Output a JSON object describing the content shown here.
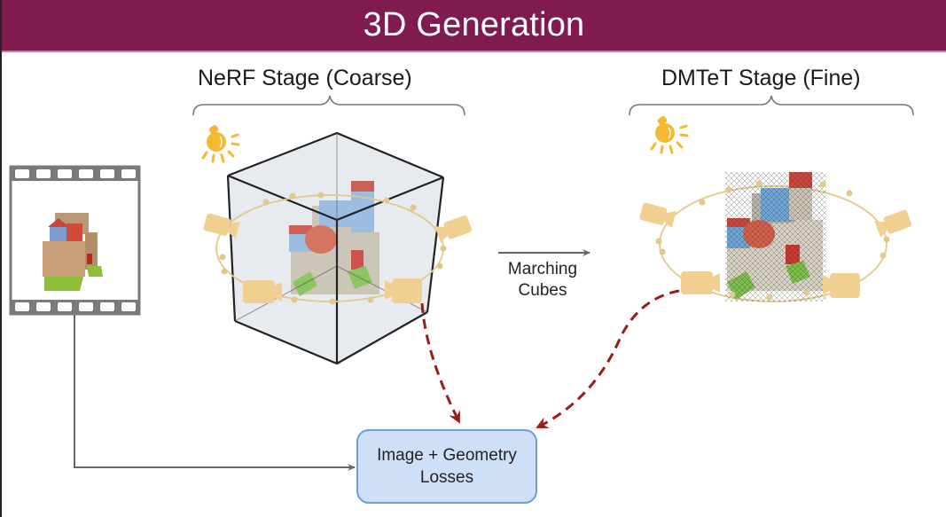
{
  "title": "3D Generation",
  "stages": {
    "nerf": {
      "label": "NeRF Stage (Coarse)"
    },
    "dmtet": {
      "label": "DMTeT Stage (Fine)"
    }
  },
  "transition": {
    "line1": "Marching",
    "line2": "Cubes"
  },
  "loss_box": {
    "line1": "Image + Geometry",
    "line2": "Losses"
  },
  "colors": {
    "title_bar": "#7f1b4f",
    "loss_fill": "#cfdff7",
    "loss_border": "#6b9de0",
    "dashed_arrow": "#9b1b1b",
    "light": "#f5b82e",
    "camera": "#f0d090",
    "orbit": "#e2c88a"
  },
  "icons": {
    "input": "film-strip-icon",
    "light": "light-bulb-icon",
    "camera": "camera-icon",
    "volume": "bounding-cube-icon"
  }
}
